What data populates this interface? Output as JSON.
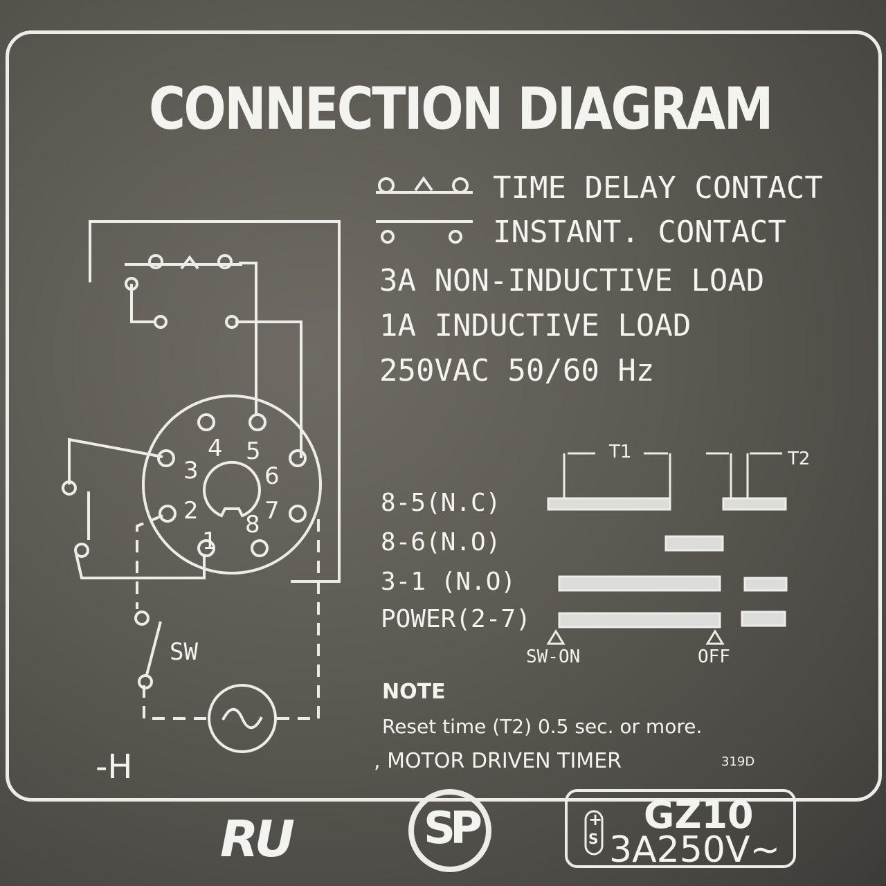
{
  "title": "CONNECTION DIAGRAM",
  "legend": {
    "time_delay": "TIME DELAY CONTACT",
    "instant": "INSTANT. CONTACT"
  },
  "ratings": {
    "line1": "3A NON-INDUCTIVE LOAD",
    "line2": "1A INDUCTIVE LOAD",
    "line3": "250VAC 50/60 Hz"
  },
  "pins": [
    "1",
    "2",
    "3",
    "4",
    "5",
    "6",
    "7",
    "8"
  ],
  "switch_label": "SW",
  "model_suffix": "-H",
  "timing": {
    "t1_label": "T1",
    "t2_label": "T2",
    "rows": [
      "8-5(N.C)",
      "8-6(N.O)",
      "3-1 (N.O)",
      "POWER(2-7)"
    ],
    "sw_on": "SW-ON",
    "off": "OFF"
  },
  "note": {
    "heading": "NOTE",
    "line1": "Reset time (T2) 0.5 sec. or more.",
    "line2": ", MOTOR DRIVEN TIMER",
    "code": "319D"
  },
  "marks": {
    "ul": "RU",
    "csa": "SP"
  },
  "model_box": {
    "model": "GZ10",
    "rating": "3A250V~",
    "icon_top": "+",
    "icon_bottom": "S"
  }
}
